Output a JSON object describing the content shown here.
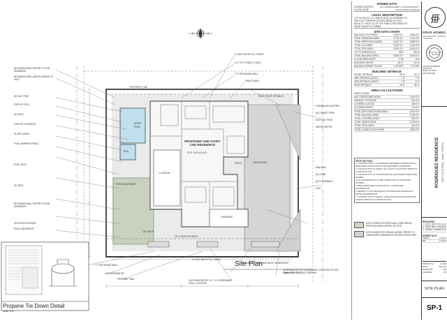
{
  "drawing": {
    "title": "Site Plan",
    "scale_text": "Scale    1/8\"=1'-0\"",
    "propane_title": "Propane Tie Down Detail",
    "propane_scale": "Scale: NTS"
  },
  "zoning_data": {
    "header": "ZONING DATA",
    "rows": [
      [
        "ZONING DISTRICT",
        "RS-4 (SINGLE FAMILY) CHATHAM COUNTY"
      ],
      [
        "FLOOD ZONE",
        "X (0.2% ANNUAL CHANCE)"
      ]
    ]
  },
  "legal_description": {
    "header": "LEGAL DESCRIPTION",
    "lines": [
      "LOT 29, BLOCK 11, LAKE PLACID, ACCORDING TO",
      "THE PLAT THEREOF, AS RECORDED IN PLAT",
      "BOOK 27, PAGE 43, OF THE PUBLIC RECORDS OF",
      "DADE COUNTY, FLORIDA."
    ]
  },
  "site_data": {
    "header": "SITE DATA CHART",
    "columns": [
      "",
      "REQUIRED",
      "PROVIDED"
    ],
    "rows": [
      [
        "BUILDING FOOTPRINT",
        "4,500 S.F.",
        "3,890 S.F."
      ],
      [
        "TOTAL PERVIOUS AREA",
        "2,700 S.F.",
        "3,120 S.F."
      ],
      [
        "TOTAL IMPERVIOUS AREA",
        "6,300 S.F.",
        "5,880 S.F."
      ],
      [
        "TOTAL LOT AREA",
        "9,000 S.F.",
        "9,000 S.F."
      ],
      [
        "TOTAL SITE AREA",
        "9,000 S.F.",
        "9,000 S.F."
      ],
      [
        "LOT COVERAGE (%)",
        "50%",
        "43.2%"
      ],
      [
        "TOTAL BUILDING AREA",
        "5,850 S.F.",
        "5,490 S.F."
      ],
      [
        "FLOOR AREA RATIO",
        "0.65",
        "0.61"
      ],
      [
        "BUILDING HEIGHT",
        "35'-0\"",
        "24'-8\""
      ],
      [
        "BUILDING PERMIT FLOOR",
        "2 STORY",
        "1 STORY"
      ]
    ]
  },
  "building_setback": {
    "header": "BUILDING SETBACK",
    "columns": [
      "",
      "REQ.",
      "PROV."
    ],
    "rows": [
      [
        "FRONT SETBACK",
        "25'-0\"",
        "25'-0\""
      ],
      [
        "SIDE SETBACK (EAST)",
        "7'-6\"",
        "7'-6\""
      ],
      [
        "SIDE SETBACK (WEST)",
        "7'-6\"",
        "8'-0\""
      ],
      [
        "REAR SETBACK",
        "25'-0\"",
        "25'-2\""
      ]
    ]
  },
  "area_calculations": {
    "header": "AREA CALCULATIONS",
    "rows": [
      [
        "FIRST FLOOR",
        ""
      ],
      [
        "AIR CONDITIONED AREA",
        "2,540 S.F."
      ],
      [
        "GARAGE / STORAGE",
        "620 S.F."
      ],
      [
        "COVERED LOGGIA",
        "480 S.F."
      ],
      [
        "COVERED ENTRY",
        "110 S.F."
      ],
      [
        "",
        ""
      ],
      [
        "TOTAL AIR CONDITIONED AREA",
        "2,540 S.F."
      ],
      [
        "TOTAL BUILDING AREA",
        "3,750 S.F."
      ],
      [
        "TOTAL COVERED AREA",
        "590 S.F."
      ],
      [
        "TOTAL UNDER ROOF",
        "3,750 S.F."
      ],
      [
        "TOTAL POOL AREA",
        "520 S.F."
      ],
      [
        "",
        ""
      ],
      [
        "TOTAL LIVABLE ROOF AREA",
        "3,890 S.F."
      ]
    ]
  },
  "site_notes": {
    "header": "SITE NOTES:",
    "items": [
      "1. CONTRACTOR TO COORDINATE BETWEEN OWNER AND ALL REQUIRED CONSULTANTS FOR EQUIPMENT BUFFERING.",
      "2. CONTRACTOR TO VERIFY ALL UTILITY LOCATIONS PRIOR TO CONSTRUCTION.",
      "3. CONTRACTOR TO COORDINATE ALL EQUIPMENT PADS WITH OWNER.",
      "4. ALL DOWNSPOUTS TO BE CONNECTED TO DRAINAGE SYSTEM.",
      "5. SEE LANDSCAPE PLANS FOR ALL LANDSCAPE INFORMATION.",
      "6. REFER TO CIVIL DRAWINGS FOR DETAILED DRAINAGE & PAVING INFORMATION.",
      "7. CONTRACTOR TO VERIFY FINISH FLOOR ELEVATIONS WITH SURVEY PRIOR TO CONSTRUCTION."
    ]
  },
  "legend": {
    "items": [
      {
        "label": "HATCH DENOTES ARTIFICIAL TURF AREAS PERVIOUS AREA AS 50% OF SITE",
        "color": "#cfd8c6"
      },
      {
        "label": "HATCH DENOTES GRAVEL AREAS. REFER TO LANDSCAPE DRAWINGS FOR SPECIFICATIONS",
        "color": "#d3d3d3"
      }
    ]
  },
  "plan_labels": {
    "pool": "OPEN POOL",
    "spa": "SPA",
    "residence": "PROPOSED ONE STORY CHU RESIDENCE",
    "residence_sub": "F.F.E. 8.25' N.A.V.D.",
    "loggia": "LOGGIA",
    "garage": "GARAGE",
    "driveway": "DRIVEWAY",
    "entry": "ENTRY",
    "front_setback": "25'-0\" FRONT SETBACK",
    "rear_setback": "25'-0\" REAR SETBACK",
    "property_line": "PROPERTY LINE",
    "wall_note": "7'-0\" RETAINING WALL",
    "fence_note": "6' HIGH WHITE PVC FENCE",
    "pvc_fence": "6'-0\" PVC FENCE & GATE",
    "swale": "SWALE AREA",
    "ac_pads": "A/C PADS",
    "pool_equip": "POOL EQUIPMENT",
    "left_notes": [
      "RETAINING WALL REFER TO CIVIL DRAWINGS",
      "RETAINING WALL (WEST) GRADE TO EAST",
      "(E) OAK TREE",
      "STEP AT POOL",
      "(E) PALM",
      "STEP AT CONCRETE",
      "SLOPE DOWN",
      "POOL BARRIER FENCE",
      "POOL DECK",
      "(E) TREE",
      "RETAINING WALL REFER TO CIVIL DRAWINGS",
      "OUTDOOR SHOWER",
      "POOL EQUIPMENT"
    ],
    "right_notes": [
      "OVERHEAD ELECTRIC",
      "(E) STREET TREE",
      "EXISTING POLE",
      "WATER METER",
      "MAIL BOX",
      "(E) CURB",
      "(E) 5' SIDEWALK",
      "SOD"
    ],
    "bottom_notes": [
      "7'-0\" RETAINING WALL",
      "GAS GENERATOR",
      "PROPANE TANK",
      "6' HIGH WHITE PVC FENCE",
      "PROVIDE 5'-0\" SEPARATION AT GENERATOR",
      "CONTRACTOR TO COORDINATE LOCATION OF GAS TANK WITH THE GAS COMPANY",
      "GAS GENERATOR: G.C. TO COORDINATE FINAL LOCATION"
    ]
  },
  "title_block": {
    "firm": "OPUS HOMES",
    "firm_sub": "ARCHITECTURE · PLANNING · INTERIORS",
    "seal_text": "ARCHITECT OF RECORD",
    "address": [
      "1234 BAYSHORE DR.",
      "SUITE 200",
      "MIAMI, FL 33131",
      "(305) 555-0188"
    ],
    "project": "RODRIGUEZ RESIDENCE",
    "project_sub": "4321 PLACID ROAD · MIAMI, FLORIDA",
    "revisions_header": "REVISIONS",
    "revisions": [
      [
        "1",
        "BLDG. DEPT. COMMENTS",
        "01.12.24"
      ],
      [
        "2",
        "BLDG. DEPT. COMMENTS",
        "02.28.24"
      ],
      [
        "3",
        "ZONING COMMENTS",
        "03.15.24"
      ]
    ],
    "submittals": "SUBMITTALS:",
    "submittal_rows": [
      [
        "PERMIT",
        "10.05.23"
      ],
      [
        "BID",
        "11.20.23"
      ]
    ],
    "project_no_label": "PROJECT #:",
    "project_no": "23-118",
    "date_label": "DATE:",
    "date": "03.15.24",
    "drawn_label": "DRAWN BY:",
    "drawn": "AM",
    "checked_label": "CHECKED:",
    "checked": "RC",
    "sheet_title": "SITE PLAN",
    "sheet_no": "SP-1"
  },
  "colors": {
    "pool": "#bfe0ec",
    "turf": "#cfd8c6",
    "gravel": "#d6d6d6",
    "line": "#444444"
  }
}
